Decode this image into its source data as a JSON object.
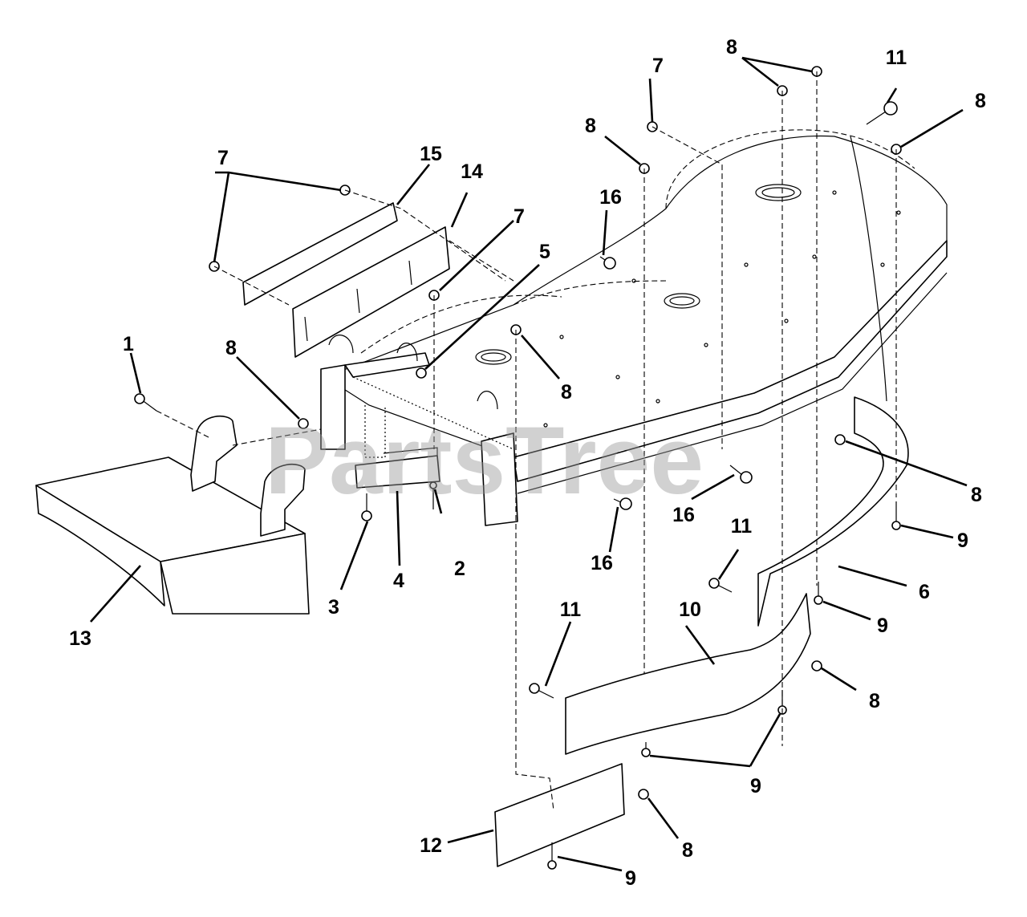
{
  "watermark": "PartsTree",
  "callouts": [
    {
      "id": "c1",
      "label": "1"
    },
    {
      "id": "c2",
      "label": "2"
    },
    {
      "id": "c3",
      "label": "3"
    },
    {
      "id": "c4",
      "label": "4"
    },
    {
      "id": "c5",
      "label": "5"
    },
    {
      "id": "c6",
      "label": "6"
    },
    {
      "id": "c7a",
      "label": "7"
    },
    {
      "id": "c7b",
      "label": "7"
    },
    {
      "id": "c7c",
      "label": "7"
    },
    {
      "id": "c8a",
      "label": "8"
    },
    {
      "id": "c8b",
      "label": "8"
    },
    {
      "id": "c8c",
      "label": "8"
    },
    {
      "id": "c8d",
      "label": "8"
    },
    {
      "id": "c8e",
      "label": "8"
    },
    {
      "id": "c8f",
      "label": "8"
    },
    {
      "id": "c8g",
      "label": "8"
    },
    {
      "id": "c8h",
      "label": "8"
    },
    {
      "id": "c9a",
      "label": "9"
    },
    {
      "id": "c9b",
      "label": "9"
    },
    {
      "id": "c9c",
      "label": "9"
    },
    {
      "id": "c9d",
      "label": "9"
    },
    {
      "id": "c10",
      "label": "10"
    },
    {
      "id": "c11a",
      "label": "11"
    },
    {
      "id": "c11b",
      "label": "11"
    },
    {
      "id": "c11c",
      "label": "11"
    },
    {
      "id": "c12",
      "label": "12"
    },
    {
      "id": "c13",
      "label": "13"
    },
    {
      "id": "c14",
      "label": "14"
    },
    {
      "id": "c15",
      "label": "15"
    },
    {
      "id": "c16a",
      "label": "16"
    },
    {
      "id": "c16b",
      "label": "16"
    },
    {
      "id": "c16c",
      "label": "16"
    }
  ]
}
